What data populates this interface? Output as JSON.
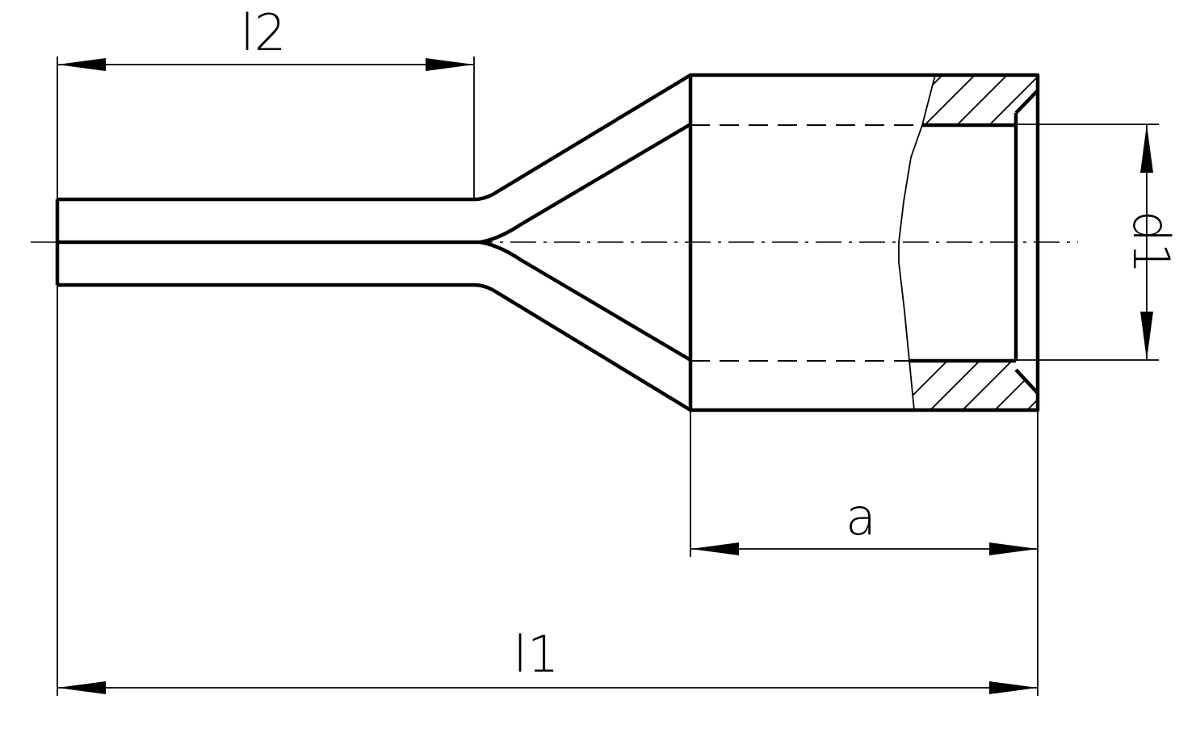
{
  "drawing": {
    "labels": {
      "l2": "l2",
      "l1": "l1",
      "a": "a",
      "d1": "d1"
    },
    "line_color": "#000000",
    "background": "#ffffff"
  }
}
